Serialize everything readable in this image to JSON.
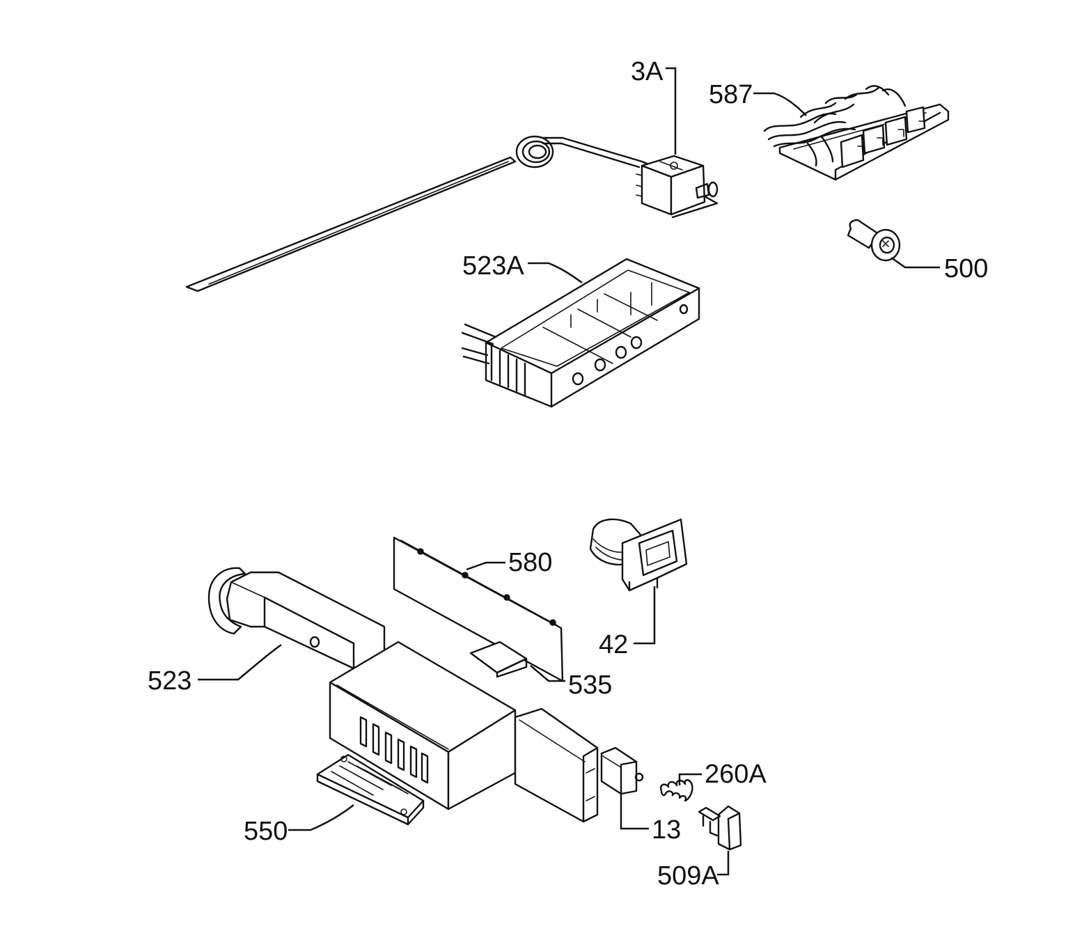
{
  "diagram": {
    "labels": {
      "p3a": "3A",
      "p587": "587",
      "p500": "500",
      "p523a": "523A",
      "p580": "580",
      "p42": "42",
      "p523": "523",
      "p535": "535",
      "p260a": "260A",
      "p13": "13",
      "p550": "550",
      "p509a": "509A"
    },
    "colors": {
      "ink": "#111111",
      "paper": "#ffffff"
    }
  }
}
